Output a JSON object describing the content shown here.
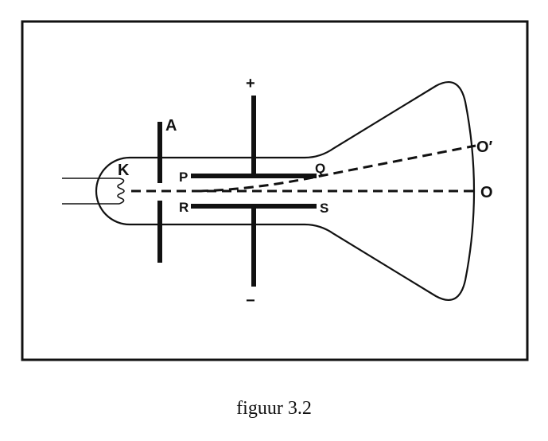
{
  "figure": {
    "caption": "figuur 3.2",
    "labels": {
      "cathode": "K",
      "anode": "A",
      "plate_top_left": "P",
      "plate_top_right": "Q",
      "plate_bottom_left": "R",
      "plate_bottom_right": "S",
      "screen_center": "O",
      "screen_deflected": "O′",
      "positive": "+",
      "negative": "−"
    },
    "colors": {
      "ink": "#111111",
      "background": "#ffffff"
    }
  }
}
